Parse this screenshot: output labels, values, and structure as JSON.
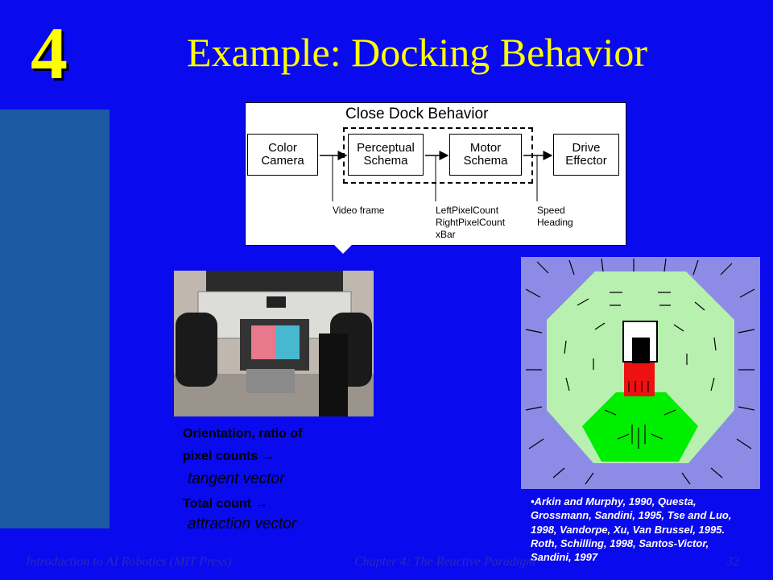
{
  "slide": {
    "chapter_number": "4",
    "title": "Example: Docking Behavior"
  },
  "diagram": {
    "title": "Close Dock Behavior",
    "boxes": {
      "camera": "Color\nCamera",
      "perceptual": "Perceptual\nSchema",
      "motor": "Motor\nSchema",
      "effector": "Drive\nEffector"
    },
    "labels": {
      "video": "Video frame",
      "pixels": "LeftPixelCount\nRightPixelCount\nxBar",
      "speed": "Speed\nHeading"
    }
  },
  "captions": {
    "orientation_line1": "Orientation, ratio of",
    "orientation_line2": "pixel counts →",
    "tangent": "tangent vector",
    "total": "Total count →",
    "attraction": "attraction vector"
  },
  "references": "•Arkin and Murphy, 1990, Questa, Grossmann, Sandini, 1995, Tse and Luo, 1998, Vandorpe, Xu, Van Brussel, 1995. Roth, Schilling, 1998, Santos-Victor, Sandini, 1997",
  "footer": {
    "left": "Introduction to AI Robotics (MIT Press)",
    "center": "Chapter 4: The Reactive Paradigm",
    "page": "32"
  },
  "colors": {
    "background": "#0a0aee",
    "title": "#ffff00",
    "sidebar": "#1d5aa4",
    "field_outer": "#8c8ce6",
    "field_inner": "#b8f0b0",
    "field_cone": "#00ee00",
    "dock_red": "#ee1111"
  }
}
